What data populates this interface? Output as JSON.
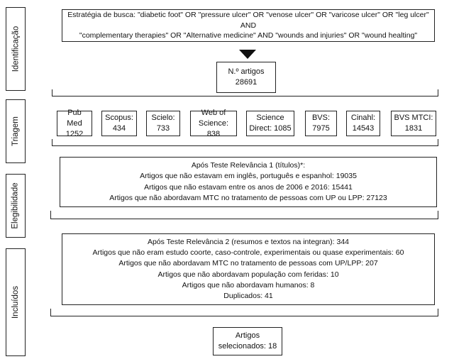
{
  "stages": {
    "identification": "Identificação",
    "screening": "Triagem",
    "eligibility": "Elegibilidade",
    "included": "Incluídos"
  },
  "search": {
    "line1": "Estratégia de busca: \"diabetic foot\" OR \"pressure ulcer\" OR  \"venose ulcer\" OR \"varicose ulcer\" OR \"leg ulcer\" AND",
    "line2": "\"complementary therapies\" OR \"Alternative medicine\" AND \"wounds and injuries\" OR \"wound healting\""
  },
  "total": {
    "label": "N.º artigos",
    "count": "28691"
  },
  "databases": [
    {
      "name": "Pub Med",
      "count": "1252"
    },
    {
      "name": "Scopus:",
      "count": "434"
    },
    {
      "name": "Scielo:",
      "count": "733"
    },
    {
      "name": "Web of",
      "count": "Science: 838"
    },
    {
      "name": "Science",
      "count": "Direct: 1085"
    },
    {
      "name": "BVS:",
      "count": "7975"
    },
    {
      "name": "Cinahl:",
      "count": "14543"
    },
    {
      "name": "BVS MTCI:",
      "count": "1831"
    }
  ],
  "relevance1": {
    "title": "Após Teste Relevância 1 (títulos)*:",
    "items": [
      "Artigos que não estavam em inglês, português e espanhol: 19035",
      "Artigos que não estavam entre os anos de 2006 e 2016: 15441",
      "Artigos que não abordavam MTC no tratamento de pessoas com UP ou LPP: 27123"
    ]
  },
  "relevance2": {
    "title": "Após Teste Relevância 2 (resumos e textos na integran): 344",
    "items": [
      "Artigos que não eram estudo coorte, caso-controle, experimentais ou quase experimentais: 60",
      "Artigos que não abordavam MTC no tratamento de pessoas com UP/LPP: 207",
      "Artigos que não abordavam população com feridas: 10",
      "Artigos que não abordavam humanos: 8",
      "Duplicados: 41"
    ]
  },
  "selected": {
    "line1": "Artigos",
    "line2": "selecionados: 18"
  }
}
